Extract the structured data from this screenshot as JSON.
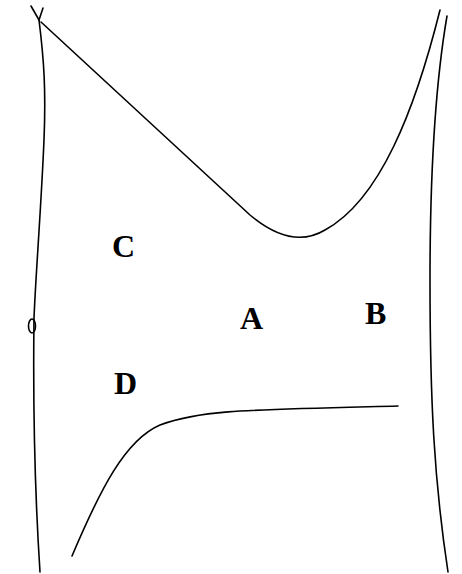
{
  "diagram": {
    "labels": [
      "C",
      "A",
      "B",
      "D"
    ]
  }
}
